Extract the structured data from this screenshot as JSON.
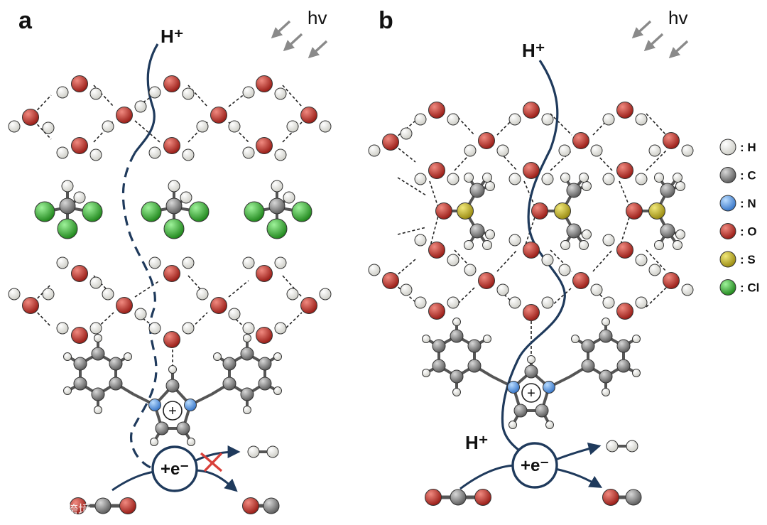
{
  "panels": [
    {
      "letter": "a",
      "photon_label": "hv",
      "proton_label": "H⁺",
      "electron_label": "+e⁻",
      "charge_symbol": "+"
    },
    {
      "letter": "b",
      "photon_label": "hv",
      "proton_top_label": "H⁺",
      "proton_bottom_label": "H⁺",
      "electron_label": "+e⁻",
      "charge_symbol": "+"
    }
  ],
  "legend": [
    {
      "symbol": "H",
      "color": "#f4f4f0"
    },
    {
      "symbol": "C",
      "color": "#8e8e8e"
    },
    {
      "symbol": "N",
      "color": "#5b9be8"
    },
    {
      "symbol": "O",
      "color": "#c8352e"
    },
    {
      "symbol": "S",
      "color": "#c6b62c"
    },
    {
      "symbol": "Cl",
      "color": "#3eb93a"
    }
  ],
  "legend_separator": ":",
  "blocked_mark_color": "#d9403a",
  "path_color": "#1f3a5c",
  "watermark": "大数跨境"
}
